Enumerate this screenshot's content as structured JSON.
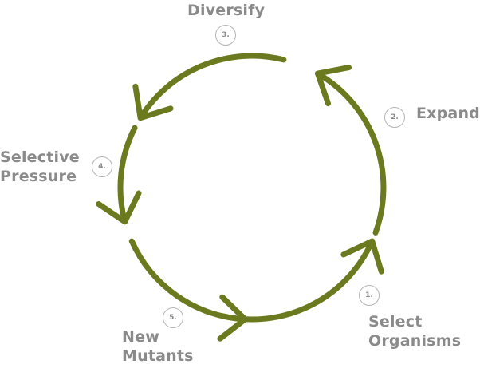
{
  "diagram": {
    "colors": {
      "arc": "#6b7a1e",
      "label_text": "#8a8a8a",
      "badge_border": "#b5b5b5"
    },
    "steps": [
      {
        "number": "1.",
        "label_line1": "Select",
        "label_line2": "Organisms"
      },
      {
        "number": "2.",
        "label_line1": "Expand",
        "label_line2": ""
      },
      {
        "number": "3.",
        "label_line1": "Diversify",
        "label_line2": ""
      },
      {
        "number": "4.",
        "label_line1": "Selective",
        "label_line2": "Pressure"
      },
      {
        "number": "5.",
        "label_line1": "New",
        "label_line2": "Mutants"
      }
    ]
  }
}
